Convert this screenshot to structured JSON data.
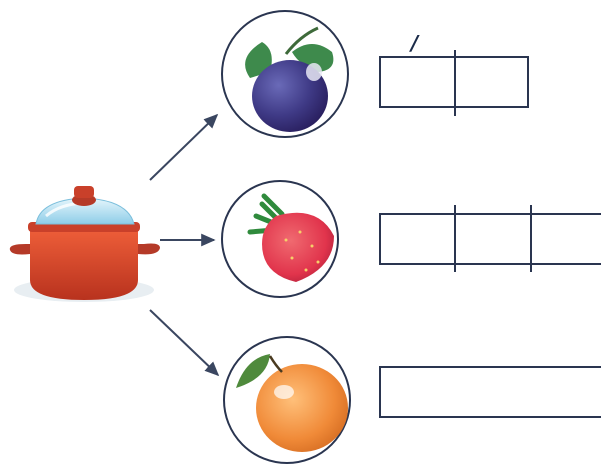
{
  "scene": {
    "source_object": {
      "icon": "cooking-pot-icon",
      "colors": {
        "body": "#d8402a",
        "lid": "#a9dbf0",
        "handle": "#b53a28"
      }
    },
    "targets": [
      {
        "id": "plum",
        "icon": "plum-icon",
        "colors": {
          "fruit": "#3f3a86",
          "leaf": "#3e8a4c"
        }
      },
      {
        "id": "strawberry",
        "icon": "strawberry-icon",
        "colors": {
          "fruit": "#e1344c",
          "leaf": "#2f8a3c"
        }
      },
      {
        "id": "orange",
        "icon": "orange-icon",
        "colors": {
          "fruit": "#f08a38",
          "leaf": "#4f8a3c"
        }
      }
    ],
    "answer_rows": [
      {
        "segments": 2,
        "mark": "/"
      },
      {
        "segments": 3,
        "mark": ""
      },
      {
        "segments": 1,
        "mark": ""
      }
    ],
    "line_color": "#2a3550",
    "arrow_color": "#3a4660"
  }
}
